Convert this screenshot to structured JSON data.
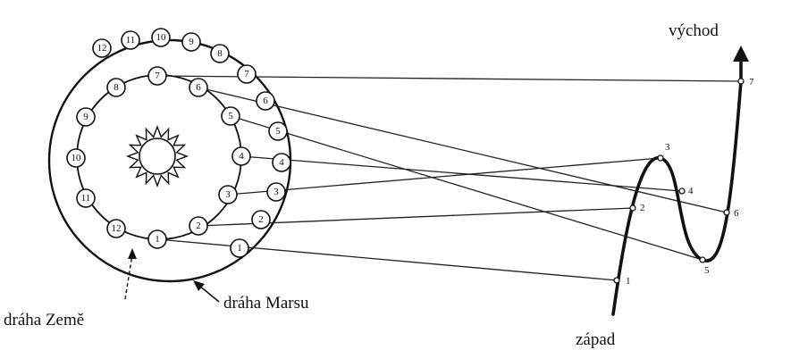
{
  "labels": {
    "east": "východ",
    "west": "západ",
    "earth_orbit": "dráha Země",
    "mars_orbit": "dráha Marsu"
  },
  "earth_positions": [
    "1",
    "2",
    "3",
    "4",
    "5",
    "6",
    "7",
    "8",
    "9",
    "10",
    "11",
    "12"
  ],
  "mars_positions": [
    "1",
    "2",
    "3",
    "4",
    "5",
    "6",
    "7",
    "8",
    "9",
    "10",
    "11",
    "12"
  ],
  "sky_positions": [
    "1",
    "2",
    "3",
    "4",
    "5",
    "6",
    "7"
  ]
}
